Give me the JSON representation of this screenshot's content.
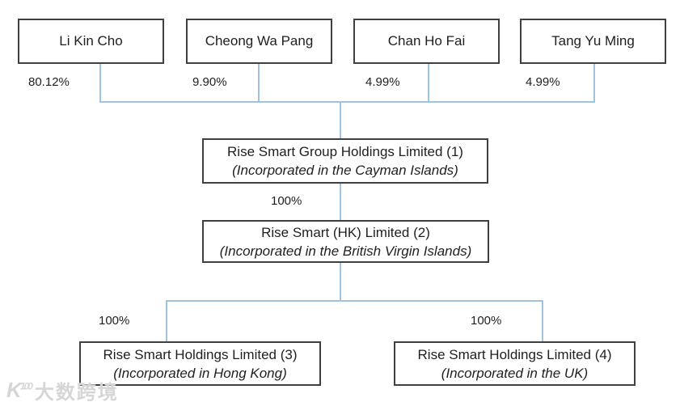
{
  "diagram": {
    "title_hint": "Shareholding structure chart",
    "shareholders": [
      {
        "name": "Li Kin Cho",
        "percent": "80.12%"
      },
      {
        "name": "Cheong Wa Pang",
        "percent": "9.90%"
      },
      {
        "name": "Chan Ho Fai",
        "percent": "4.99%"
      },
      {
        "name": "Tang Yu Ming",
        "percent": "4.99%"
      }
    ],
    "companies": [
      {
        "name": "Rise Smart Group Holdings Limited (1)",
        "incorporation": "(Incorporated in the Cayman Islands)"
      },
      {
        "name": "Rise Smart (HK) Limited (2)",
        "incorporation": "(Incorporated in the British Virgin Islands)"
      },
      {
        "name": "Rise Smart Holdings Limited (3)",
        "incorporation": "(Incorporated in Hong Kong)"
      },
      {
        "name": "Rise Smart Holdings Limited (4)",
        "incorporation": "(Incorporated in the UK)"
      }
    ],
    "ownership_labels": {
      "group_to_hk": "100%",
      "hk_to_hongkong_sub": "100%",
      "hk_to_uk_sub": "100%"
    }
  },
  "watermark": {
    "logo": "K",
    "logo_sup": "100",
    "text": "大数跨境"
  },
  "colors": {
    "connector_line": "#9dc3e6",
    "box_border": "#404040",
    "text": "#1f1f1f",
    "watermark": "#d6d6d6"
  }
}
